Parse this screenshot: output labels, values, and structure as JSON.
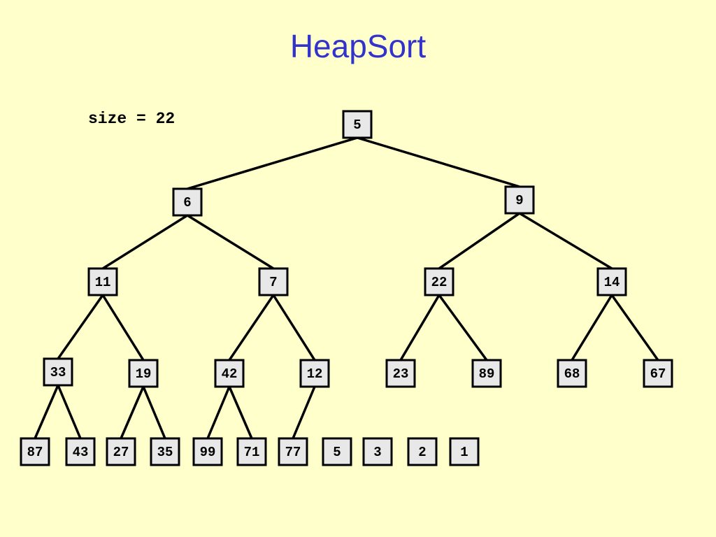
{
  "title": "HeapSort",
  "size_label": "size = 22",
  "nodes": [
    {
      "id": "n0",
      "value": "5"
    },
    {
      "id": "n1",
      "value": "6"
    },
    {
      "id": "n2",
      "value": "9"
    },
    {
      "id": "n3",
      "value": "11"
    },
    {
      "id": "n4",
      "value": "7"
    },
    {
      "id": "n5",
      "value": "22"
    },
    {
      "id": "n6",
      "value": "14"
    },
    {
      "id": "n7",
      "value": "33"
    },
    {
      "id": "n8",
      "value": "19"
    },
    {
      "id": "n9",
      "value": "42"
    },
    {
      "id": "n10",
      "value": "12"
    },
    {
      "id": "n11",
      "value": "23"
    },
    {
      "id": "n12",
      "value": "89"
    },
    {
      "id": "n13",
      "value": "68"
    },
    {
      "id": "n14",
      "value": "67"
    },
    {
      "id": "n15",
      "value": "87"
    },
    {
      "id": "n16",
      "value": "43"
    },
    {
      "id": "n17",
      "value": "27"
    },
    {
      "id": "n18",
      "value": "35"
    },
    {
      "id": "n19",
      "value": "99"
    },
    {
      "id": "n20",
      "value": "71"
    },
    {
      "id": "n21",
      "value": "77"
    },
    {
      "id": "n22",
      "value": "5"
    },
    {
      "id": "n23",
      "value": "3"
    },
    {
      "id": "n24",
      "value": "2"
    },
    {
      "id": "n25",
      "value": "1"
    }
  ],
  "edges": [
    [
      "n0",
      "n1"
    ],
    [
      "n0",
      "n2"
    ],
    [
      "n1",
      "n3"
    ],
    [
      "n1",
      "n4"
    ],
    [
      "n2",
      "n5"
    ],
    [
      "n2",
      "n6"
    ],
    [
      "n3",
      "n7"
    ],
    [
      "n3",
      "n8"
    ],
    [
      "n4",
      "n9"
    ],
    [
      "n4",
      "n10"
    ],
    [
      "n5",
      "n11"
    ],
    [
      "n5",
      "n12"
    ],
    [
      "n6",
      "n13"
    ],
    [
      "n6",
      "n14"
    ],
    [
      "n7",
      "n15"
    ],
    [
      "n7",
      "n16"
    ],
    [
      "n8",
      "n17"
    ],
    [
      "n8",
      "n18"
    ],
    [
      "n9",
      "n19"
    ],
    [
      "n9",
      "n20"
    ],
    [
      "n10",
      "n21"
    ]
  ]
}
